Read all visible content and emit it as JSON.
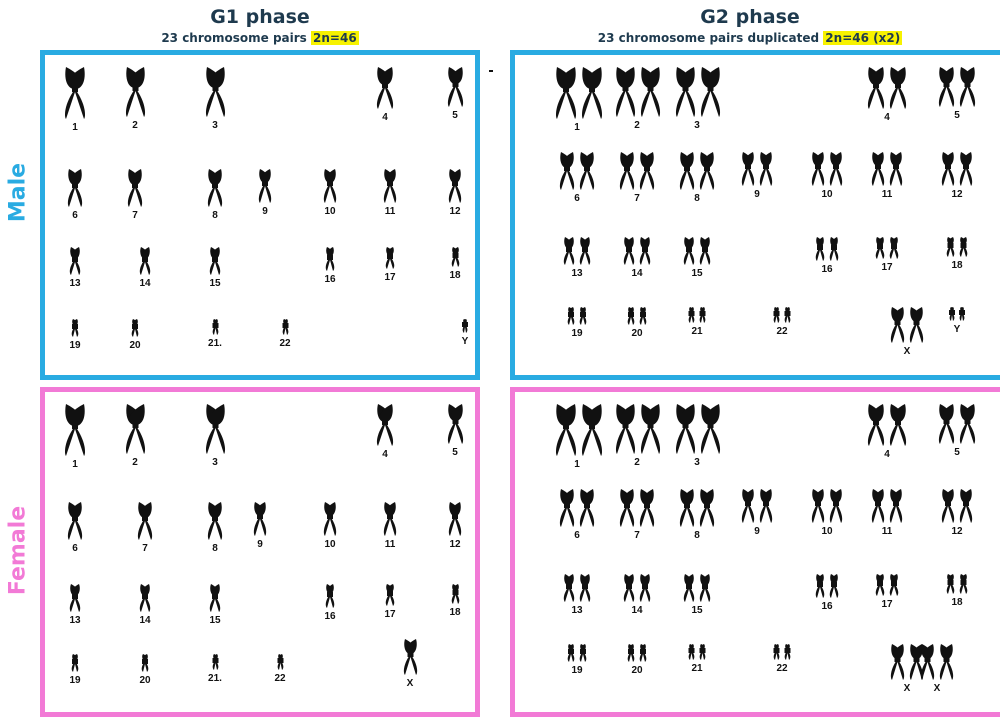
{
  "headers": {
    "g1": {
      "title": "G1 phase",
      "subtitle_prefix": "23 chromosome pairs ",
      "subtitle_highlight": "2n=46"
    },
    "g2": {
      "title": "G2 phase",
      "subtitle_prefix": "23 chromosome pairs duplicated ",
      "subtitle_highlight": "2n=46 (x2)"
    }
  },
  "rows": {
    "male": {
      "label": "Male",
      "color": "#29abe2"
    },
    "female": {
      "label": "Female",
      "color": "#f27ad6"
    }
  },
  "panels": {
    "male_g1": [
      "1",
      "2",
      "3",
      "4",
      "5",
      "6",
      "7",
      "8",
      "9",
      "10",
      "11",
      "12",
      "13",
      "14",
      "15",
      "16",
      "17",
      "18",
      "19",
      "20",
      "21.",
      "22",
      "Y"
    ],
    "male_g2": [
      "1",
      "2",
      "3",
      "4",
      "5",
      "6",
      "7",
      "8",
      "9",
      "10",
      "11",
      "12",
      "13",
      "14",
      "15",
      "16",
      "17",
      "18",
      "19",
      "20",
      "21",
      "22",
      "X",
      "Y"
    ],
    "female_g1": [
      "1",
      "2",
      "3",
      "4",
      "5",
      "6",
      "7",
      "8",
      "9",
      "10",
      "11",
      "12",
      "13",
      "14",
      "15",
      "16",
      "17",
      "18",
      "19",
      "20",
      "21.",
      "22",
      "X"
    ],
    "female_g2": [
      "1",
      "2",
      "3",
      "4",
      "5",
      "6",
      "7",
      "8",
      "9",
      "10",
      "11",
      "12",
      "13",
      "14",
      "15",
      "16",
      "17",
      "18",
      "19",
      "20",
      "21",
      "22",
      "X",
      "X"
    ]
  }
}
